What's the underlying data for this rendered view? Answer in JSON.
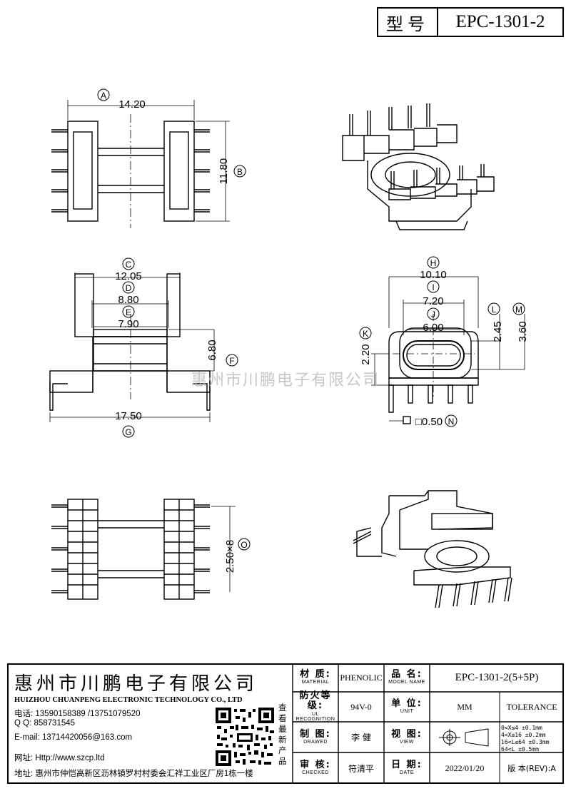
{
  "header": {
    "model_label": "型号",
    "model_value": "EPC-1301-2"
  },
  "watermark": "惠州市川鹏电子有限公司",
  "dimensions": [
    {
      "letter": "A",
      "value": "14.20"
    },
    {
      "letter": "B",
      "value": "11.80"
    },
    {
      "letter": "C",
      "value": "12.05"
    },
    {
      "letter": "D",
      "value": "8.80"
    },
    {
      "letter": "E",
      "value": "7.90"
    },
    {
      "letter": "F",
      "value": "6.80"
    },
    {
      "letter": "G",
      "value": "17.50"
    },
    {
      "letter": "H",
      "value": "10.10"
    },
    {
      "letter": "I",
      "value": "7.20"
    },
    {
      "letter": "J",
      "value": "6.00"
    },
    {
      "letter": "K",
      "value": "2.20"
    },
    {
      "letter": "L",
      "value": "2.45"
    },
    {
      "letter": "M",
      "value": "3.60"
    },
    {
      "letter": "N",
      "value": "□0.50"
    },
    {
      "letter": "O",
      "value": "2.50×8"
    }
  ],
  "company": {
    "name_cn": "惠州市川鹏电子有限公司",
    "name_en": "HUIZHOU CHUANPENG ELECTRONIC TECHNOLOGY CO., LTD",
    "phone": "电话: 13590158389 /13751079520",
    "qq": "Q Q:  858731545",
    "email": "E-mail: 13714420056@163.com",
    "website": "网址: Http://www.szcp.ltd",
    "address": "地址: 惠州市仲恺高新区沥林镇罗村村委会汇祥工业区厂房1栋一楼",
    "qr_caption": "查看最新产品"
  },
  "title_block": {
    "material_cn": "材 质:",
    "material_en": "MATERIAL",
    "material_value": "PHENOLIC",
    "ul_cn": "防火等级:",
    "ul_en": "UL RECOGNITION",
    "ul_value": "94V-0",
    "drawn_cn": "制 图:",
    "drawn_en": "DRAWED",
    "drawn_value": "李 健",
    "checked_cn": "审 核:",
    "checked_en": "CHECKED",
    "checked_value": "符清平",
    "name_cn": "品 名:",
    "name_en": "MODEL NAME",
    "name_value": "EPC-1301-2(5+5P)",
    "unit_cn": "单 位:",
    "unit_en": "UNIT",
    "unit_value": "MM",
    "tolerance_label": "TOLERANCE",
    "view_cn": "视 图:",
    "view_en": "VIEW",
    "date_cn": "日 期:",
    "date_en": "DATE",
    "date_value": "2022/01/20",
    "rev_label": "版 本(REV):",
    "rev_value": "A",
    "tolerances": [
      "0<X≤4   ±0.1mm",
      "4<X≤16  ±0.2mm",
      "16<L≤64 ±0.3mm",
      "64<L    ±0.5mm"
    ]
  }
}
